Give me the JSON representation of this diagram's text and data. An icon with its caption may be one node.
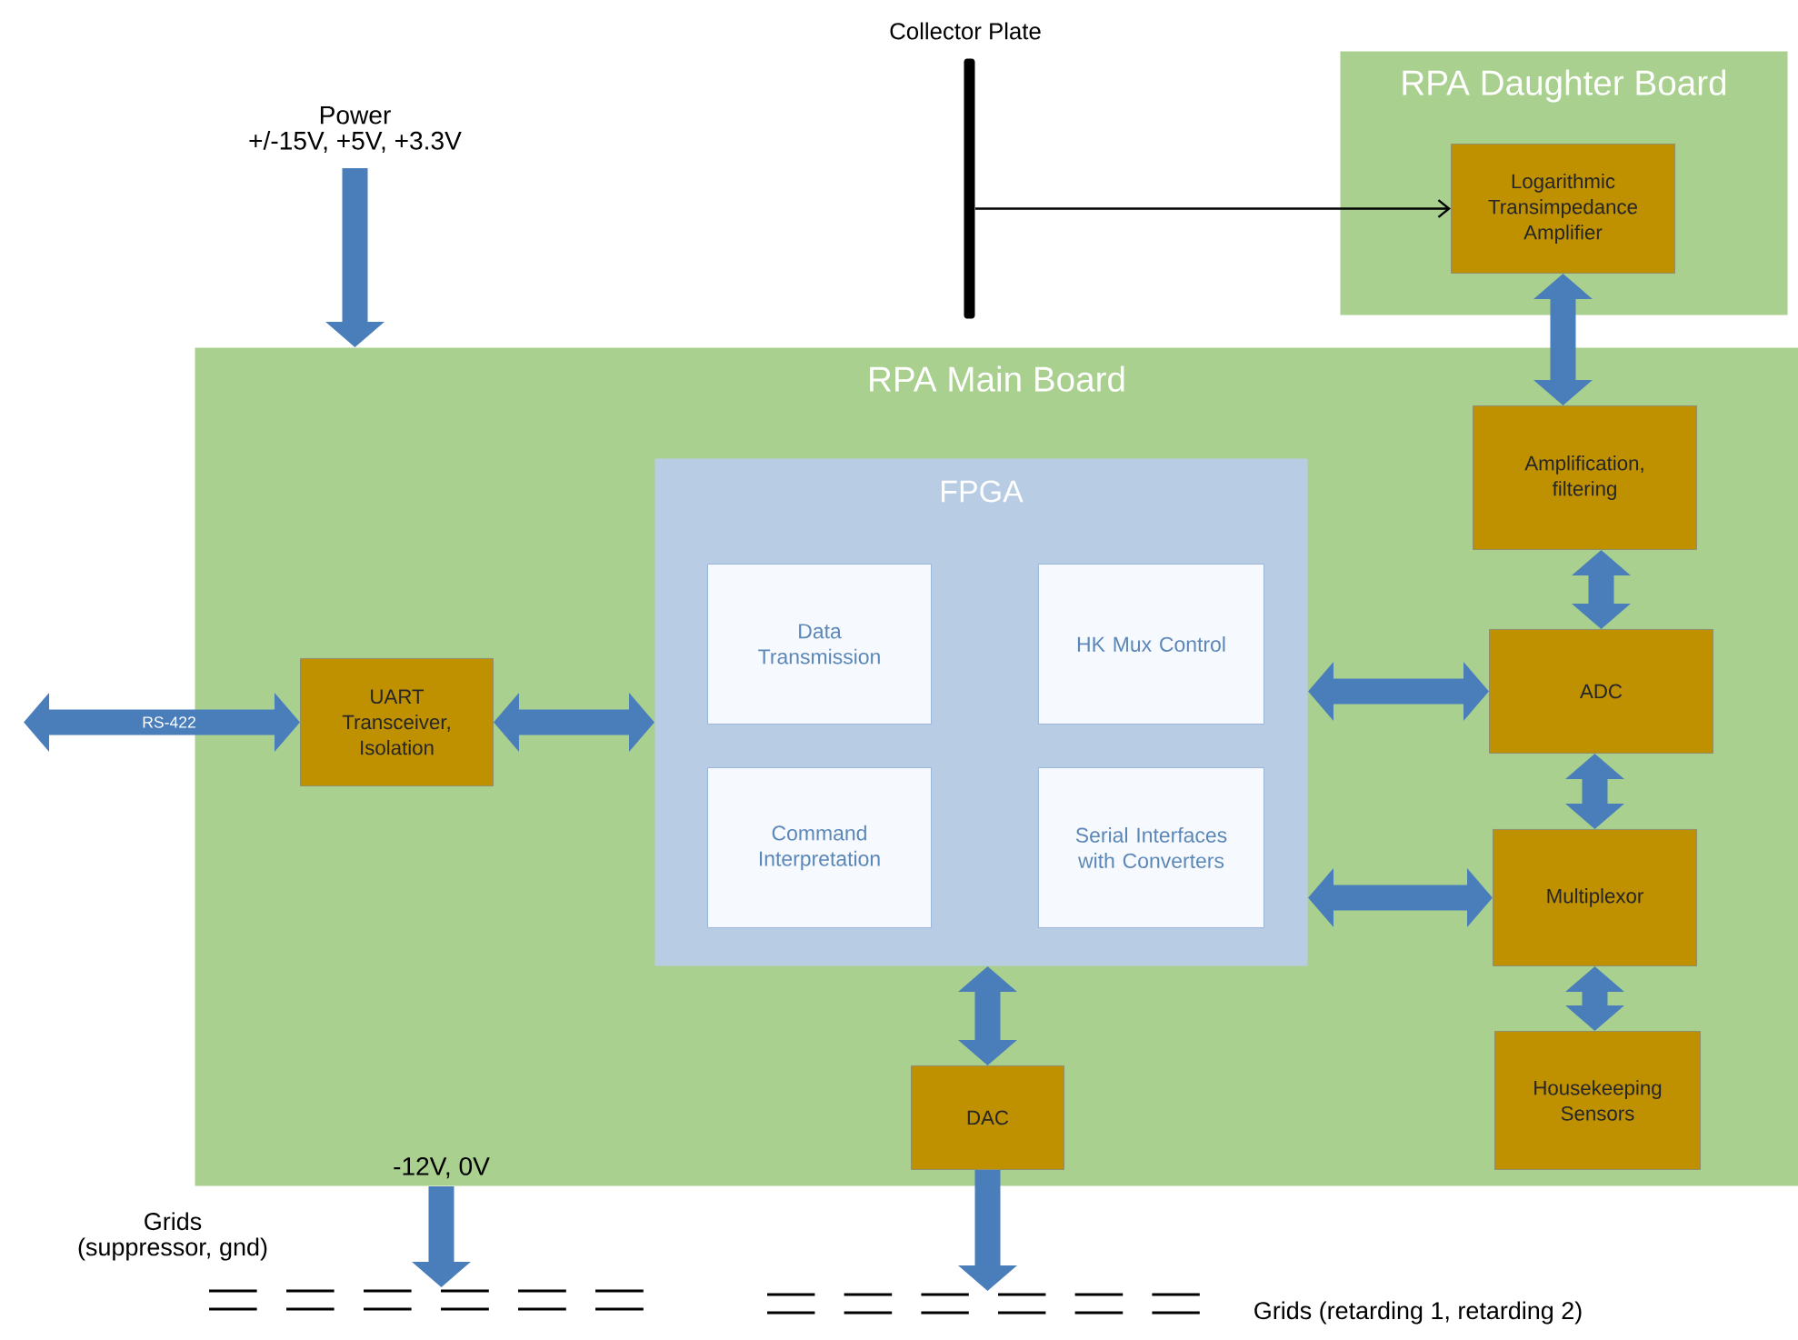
{
  "diagram": {
    "nodes": [
      {
        "text": [
          "RPA Daughter Board"
        ]
      },
      {
        "text": [
          "Logarithmic Transimpedance Amplifier"
        ],
        "in": 0
      },
      {
        "text": [
          "RPA Main Board"
        ]
      },
      {
        "text": [
          "FPGA"
        ],
        "in": 2
      },
      {
        "text": [
          "Data Transmission"
        ],
        "in": 3
      },
      {
        "text": [
          "HK Mux Control"
        ],
        "in": 3
      },
      {
        "text": [
          "Command Interpretation"
        ],
        "in": 3
      },
      {
        "text": [
          "Serial Interfaces with Converters"
        ],
        "in": 3
      },
      {
        "text": [
          "UART Transceiver, Isolation"
        ],
        "in": 2
      },
      {
        "text": [
          "Amplification, filtering"
        ],
        "in": 2
      },
      {
        "text": [
          "ADC"
        ],
        "in": 2
      },
      {
        "text": [
          "Multiplexor"
        ],
        "in": 2
      },
      {
        "text": [
          "Housekeeping Sensors"
        ],
        "in": 2
      },
      {
        "text": [
          "DAC"
        ],
        "in": 2
      },
      {
        "text": [],
        "shape": "bar",
        "beside": [
          "Collector Plate"
        ]
      },
      {
        "text": [
          "Power",
          "+/-15V, +5V, +3.3V"
        ]
      },
      {
        "text": [
          "Grids (suppressor, gnd)"
        ]
      },
      {
        "text": [
          "Grids (retarding 1, retarding 2)"
        ]
      }
    ],
    "edges": [
      {
        "from": 14,
        "to": 1,
        "arrow": "to",
        "color": "#000000"
      },
      {
        "from": 15,
        "to": 2,
        "arrow": "to"
      },
      {
        "from": 1,
        "to": 9,
        "arrow": "both"
      },
      {
        "from": 9,
        "to": 10,
        "arrow": "both"
      },
      {
        "from": 10,
        "to": 11,
        "arrow": "both"
      },
      {
        "from": 11,
        "to": 12,
        "arrow": "both"
      },
      {
        "from": 3,
        "to": 10,
        "arrow": "both"
      },
      {
        "from": 3,
        "to": 11,
        "arrow": "both"
      },
      {
        "from": 8,
        "to": 3,
        "arrow": "both"
      },
      {
        "from": null,
        "to": 8,
        "arrow": "both",
        "label": "RS-422"
      },
      {
        "from": 3,
        "to": 13,
        "arrow": "both"
      },
      {
        "from": 13,
        "to": 17,
        "arrow": "to"
      },
      {
        "from": 2,
        "to": 16,
        "arrow": "to",
        "label": "-12V, 0V"
      }
    ]
  }
}
